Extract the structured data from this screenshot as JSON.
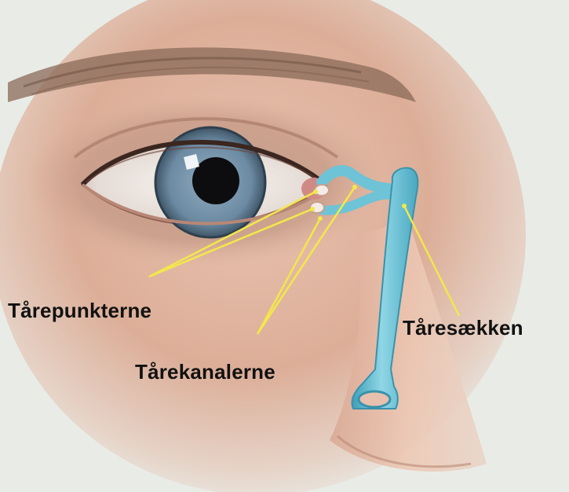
{
  "labels": {
    "punkter": "Tårepunkterne",
    "kanaler": "Tårekanalerne",
    "saekken": "Tåresækken"
  },
  "colors": {
    "background": "#e9ece6",
    "skin": "#e3b9a6",
    "tear_duct": "#6ec3d6",
    "pointer": "#f2e84a",
    "iris": "#6f8ea6",
    "label_text": "#111111"
  },
  "icons": {
    "eye": "eye-icon",
    "nose": "nose-icon"
  }
}
